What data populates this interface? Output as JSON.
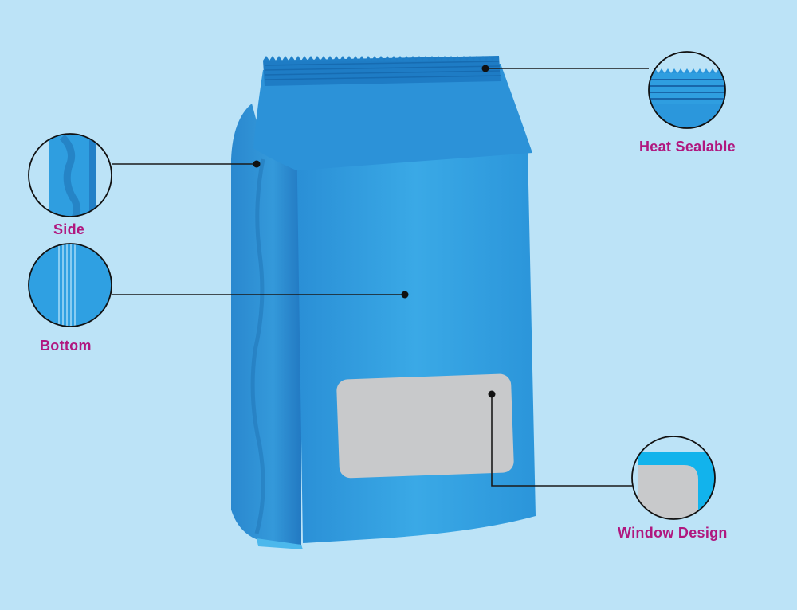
{
  "callouts": {
    "heat_sealable": "Heat Sealable",
    "side": "Side",
    "bottom": "Bottom",
    "window_design": "Window Design"
  },
  "colors": {
    "background": "#bce3f7",
    "bag": "#2f9ee0",
    "window": "#c8c9cb",
    "label": "#b0177f",
    "leader_line": "#1a1a1a"
  }
}
